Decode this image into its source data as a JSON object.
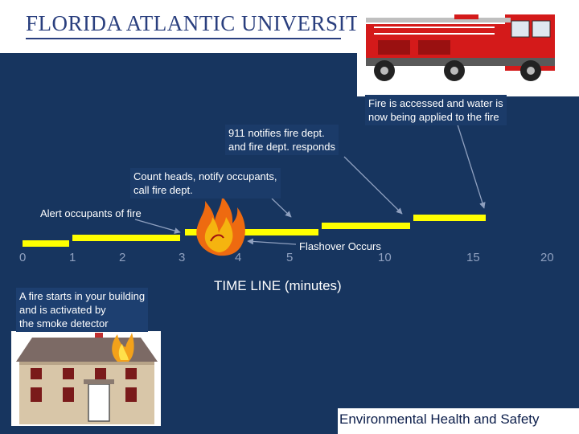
{
  "header": {
    "logo_text": "FLORIDA ATLANTIC UNIVERSITY"
  },
  "timeline": {
    "title": "TIME LINE (minutes)",
    "ticks": [
      "0",
      "1",
      "2",
      "3",
      "4",
      "5",
      "10",
      "15",
      "20"
    ],
    "events": {
      "start": "A fire starts in your building\nand is activated by\nthe smoke detector",
      "alert": "Alert occupants of fire",
      "count": "Count heads, notify occupants,\ncall fire dept.",
      "notify": "911 notifies fire dept.\nand fire dept. responds",
      "access": "Fire is accessed and water is\nnow being applied to the fire",
      "flashover": "Flashover Occurs"
    }
  },
  "footer": {
    "label": "Environmental Health and Safety"
  },
  "colors": {
    "background": "#17355f",
    "bars": "#ffff00",
    "arrows": "#8fa0bf",
    "brand": "#2a3f7e"
  },
  "icons": [
    "fire-truck-icon",
    "fire-icon",
    "house-icon"
  ]
}
